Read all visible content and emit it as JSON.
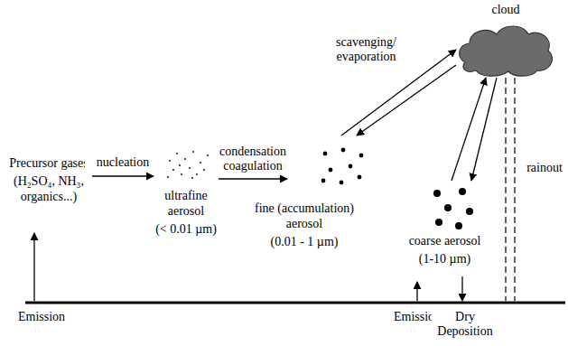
{
  "diagram": {
    "nodes": [
      {
        "text": [
          "Precursor gases",
          "(H₂SO₄, NH₃, organics...)"
        ]
      },
      {
        "text": [
          "ultrafine aerosol",
          "(< 0.01 µm)"
        ]
      },
      {
        "text": [
          "fine (accumulation) aerosol",
          "(0.01 - 1 µm)"
        ]
      },
      {
        "text": [
          "coarse aerosol",
          "(1-10 µm)"
        ]
      },
      {
        "text": [
          "cloud"
        ]
      }
    ],
    "edges": [
      {
        "from": 0,
        "to": 1,
        "label": "nucleation",
        "arrow": "to"
      },
      {
        "from": 1,
        "to": 2,
        "label": "condensation coagulation",
        "arrow": "to"
      },
      {
        "from": 2,
        "to": 4,
        "label": "scavenging/ evaporation",
        "arrow": "to"
      },
      {
        "from": 4,
        "to": 2,
        "arrow": "to"
      },
      {
        "from": 3,
        "to": 4,
        "arrow": "to"
      },
      {
        "from": 4,
        "to": 3,
        "arrow": "to"
      }
    ],
    "labels": [
      "Emission",
      "Emission",
      "Dry Deposition",
      "rainout"
    ]
  }
}
